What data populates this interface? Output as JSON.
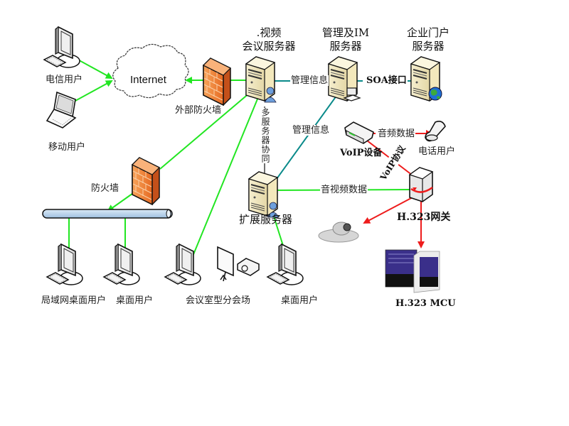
{
  "colors": {
    "lan_link": "#22e622",
    "management_link": "#0a8a8a",
    "voip_link": "#ee1c1c",
    "coordination_link": "#111111",
    "firewall": "#f08a3c",
    "lan_bus": "#b8d4ec"
  },
  "nodes": {
    "conference_server": {
      "label_line1": ".视频",
      "label_line2": "会议服务器"
    },
    "im_server": {
      "label_line1": "管理及IM",
      "label_line2": "服务器"
    },
    "portal_server": {
      "label_line1": "企业门户",
      "label_line2": "服务器"
    },
    "extension_server": {
      "label": "扩展服务器"
    },
    "internet_cloud": {
      "label": "Internet"
    },
    "external_firewall": {
      "label": "外部防火墙"
    },
    "internal_firewall": {
      "label": "防火墙"
    },
    "telecom_user": {
      "label": "电信用户"
    },
    "mobile_user": {
      "label": "移动用户"
    },
    "lan_desktop_user": {
      "label": "局域网桌面用户"
    },
    "desktop_user_1": {
      "label": "桌面用户"
    },
    "meeting_room_site": {
      "label": "会议室型分会场"
    },
    "desktop_user_2": {
      "label": "桌面用户"
    },
    "voip_device": {
      "label": "VoIP设备"
    },
    "phone_user": {
      "label": "电话用户"
    },
    "h323_gateway": {
      "label": "H.323网关"
    },
    "h323_mcu": {
      "label": "H.323 MCU"
    }
  },
  "edge_labels": {
    "conf_to_im": "管理信息",
    "im_to_portal": "SOA接口",
    "im_to_extension": "管理信息",
    "multi_server": "多服务器协同",
    "voip_audio": "音频数据",
    "voip_protocol": "VoIP协议",
    "gateway_av": "音视频数据"
  }
}
